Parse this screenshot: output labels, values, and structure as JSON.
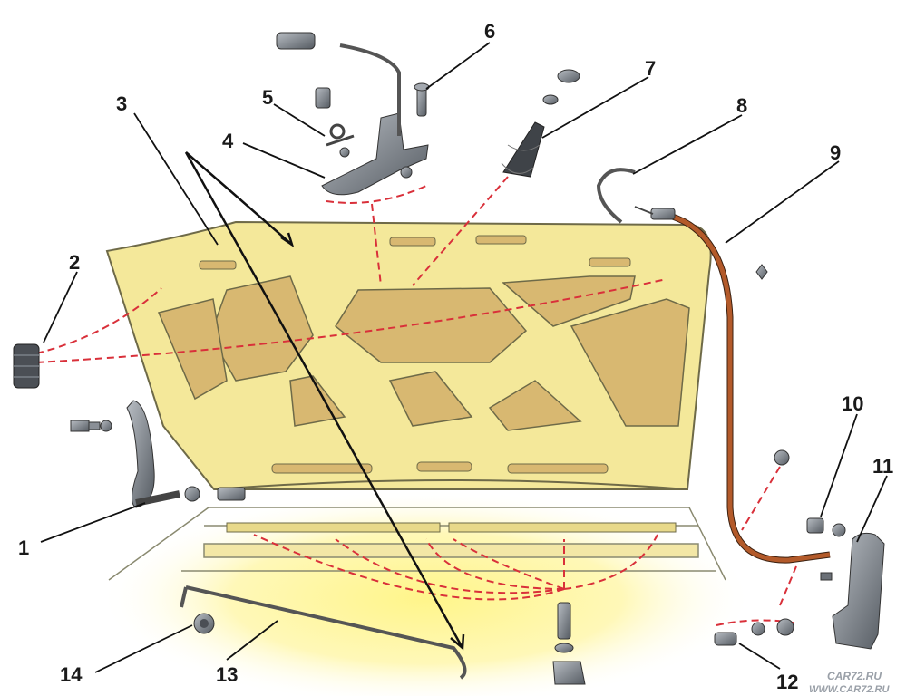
{
  "diagram": {
    "callouts": [
      {
        "id": "1",
        "label": "1"
      },
      {
        "id": "2",
        "label": "2"
      },
      {
        "id": "3",
        "label": "3"
      },
      {
        "id": "4",
        "label": "4"
      },
      {
        "id": "5",
        "label": "5"
      },
      {
        "id": "6",
        "label": "6"
      },
      {
        "id": "7",
        "label": "7"
      },
      {
        "id": "8",
        "label": "8"
      },
      {
        "id": "9",
        "label": "9"
      },
      {
        "id": "10",
        "label": "10"
      },
      {
        "id": "11",
        "label": "11"
      },
      {
        "id": "12",
        "label": "12"
      },
      {
        "id": "13",
        "label": "13"
      },
      {
        "id": "14",
        "label": "14"
      }
    ],
    "watermark": {
      "line1": "CAR72.RU",
      "line2": "WWW.CAR72.RU"
    }
  },
  "colors": {
    "hood_panel": "#f4e89a",
    "hood_cutout": "#d8b871",
    "engine_glow": "#fff27a",
    "cable": "#b35a2a",
    "dash_lines": "#d9303a",
    "parts": "#5a5f66"
  }
}
